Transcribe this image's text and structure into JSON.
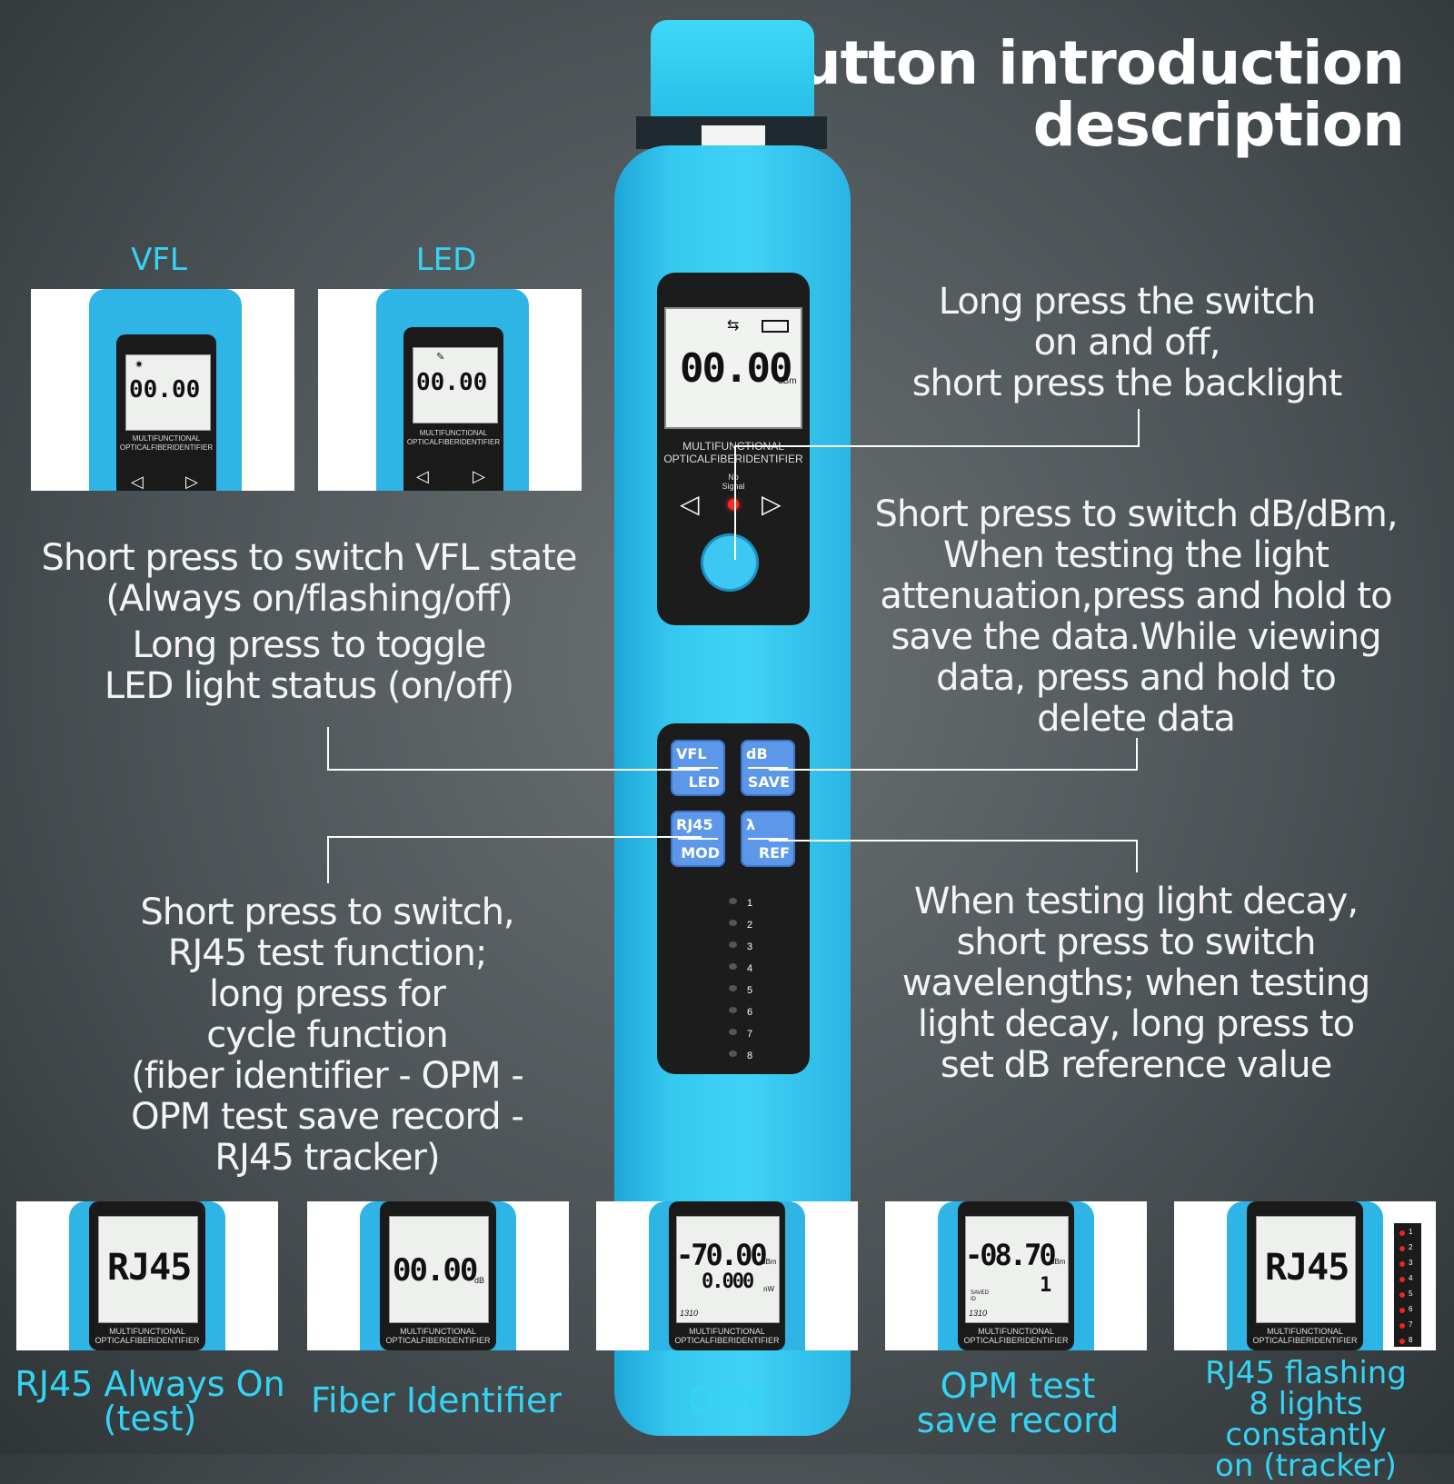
{
  "title": [
    "Button introduction",
    "description"
  ],
  "modes": {
    "vfl": "VFL",
    "led": "LED"
  },
  "descriptions": {
    "power": [
      "Long press the switch",
      "on and off,",
      "short press the backlight"
    ],
    "vfl": [
      "Short press to switch VFL state",
      "(Always on/flashing/off)",
      "Long press to toggle",
      "LED light status (on/off)"
    ],
    "db": [
      "Short press to switch dB/dBm,",
      "When testing the light",
      "attenuation,press and hold to",
      "save the data.While viewing",
      "data, press and hold to",
      "delete data"
    ],
    "rj45": [
      "Short press to switch,",
      "RJ45 test function;",
      "long press for",
      "cycle function",
      "(fiber identifier - OPM -",
      "OPM test save record -",
      "RJ45 tracker)"
    ],
    "lambda": [
      "When testing light decay,",
      "short press to switch",
      "wavelengths; when testing",
      "light decay, long press to",
      "set dB reference value"
    ]
  },
  "device": {
    "reading": "00.00",
    "unit": "dBm",
    "brand": [
      "MULTIFUNCTIONAL",
      "OPTICALFIBERIDENTIFIER"
    ],
    "status": [
      "No",
      "Signal"
    ],
    "buttons": {
      "vfl": {
        "top": "VFL",
        "bottom": "LED"
      },
      "db": {
        "top": "dB",
        "bottom": "SAVE"
      },
      "rj45": {
        "top": "RJ45",
        "bottom": "MOD"
      },
      "lambda": {
        "top": "λ",
        "bottom": "REF"
      }
    },
    "indicators": [
      "1",
      "2",
      "3",
      "4",
      "5",
      "6",
      "7",
      "8"
    ]
  },
  "thumbnails": [
    {
      "label": [
        "RJ45 Always On",
        "(test)"
      ],
      "line1": "RJ45",
      "line2": "",
      "unit": ""
    },
    {
      "label": [
        "Fiber Identifier"
      ],
      "line1": "00.00",
      "line2": "",
      "unit": "dB"
    },
    {
      "label": [
        "OPM"
      ],
      "line1": "-70.00",
      "line2": "0.000",
      "unit": "dBm",
      "unit2": "nW",
      "corner": "1310"
    },
    {
      "label": [
        "OPM test",
        "save record"
      ],
      "line1": "-08.70",
      "line2": "1",
      "unit": "dBm",
      "corner": "1310",
      "saved": [
        "SAVED",
        "ID"
      ]
    },
    {
      "label": [
        "RJ45 flashing",
        "8 lights constantly",
        "on (tracker)"
      ],
      "line1": "RJ45",
      "line2": "",
      "unit": ""
    }
  ]
}
